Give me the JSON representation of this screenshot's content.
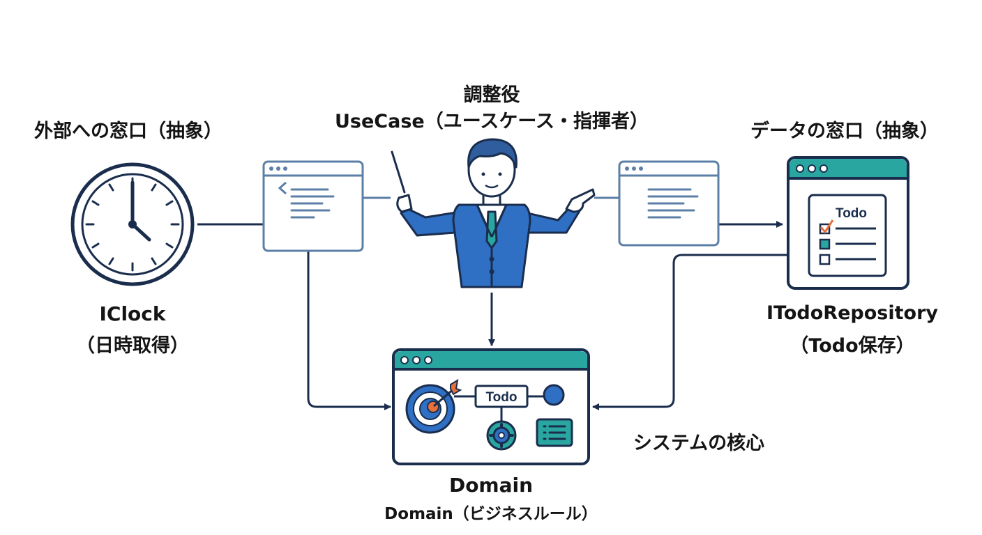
{
  "usecase": {
    "role": "調整役",
    "title": "UseCase（ユースケース・指揮者）"
  },
  "clock": {
    "heading": "外部への窓口（抽象）",
    "name": "IClock",
    "sub": "（日時取得）"
  },
  "repository": {
    "heading": "データの窓口（抽象）",
    "name": "ITodoRepository",
    "sub": "（Todo保存）",
    "card_title": "Todo"
  },
  "domain": {
    "core_label": "システムの核心",
    "name": "Domain",
    "sub": "Domain（ビジネスルール）",
    "entity_label": "Todo"
  },
  "colors": {
    "navy": "#1a2d4d",
    "teal": "#2aa6a0",
    "blue": "#2f6fc4",
    "orange": "#e8703a",
    "slate": "#5b7fa6"
  }
}
